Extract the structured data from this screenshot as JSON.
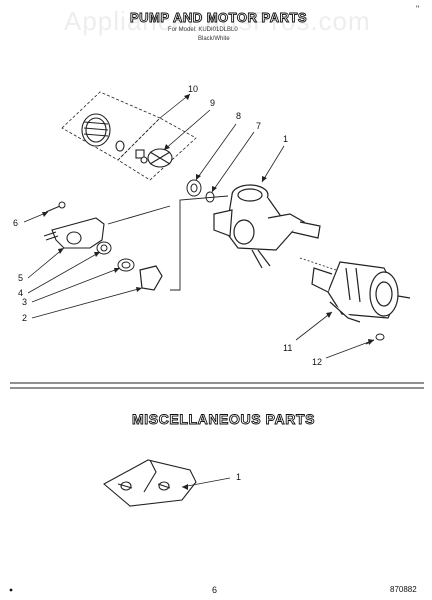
{
  "header": {
    "watermark": "AppliancePartsPros.com",
    "title": "PUMP AND MOTOR PARTS",
    "model_line": "For Model: KUDI01DLBL0",
    "color_line": "Black/White",
    "corner_mark": "\""
  },
  "section2": {
    "title": "MISCELLANEOUS PARTS"
  },
  "footer": {
    "page": "6",
    "code": "870882"
  },
  "callouts": {
    "c1": "1",
    "c2": "2",
    "c3": "3",
    "c4": "4",
    "c5": "5",
    "c6": "6",
    "c7": "7",
    "c8": "8",
    "c9": "9",
    "c10": "10",
    "c11": "11",
    "c12": "12",
    "misc1": "1"
  }
}
